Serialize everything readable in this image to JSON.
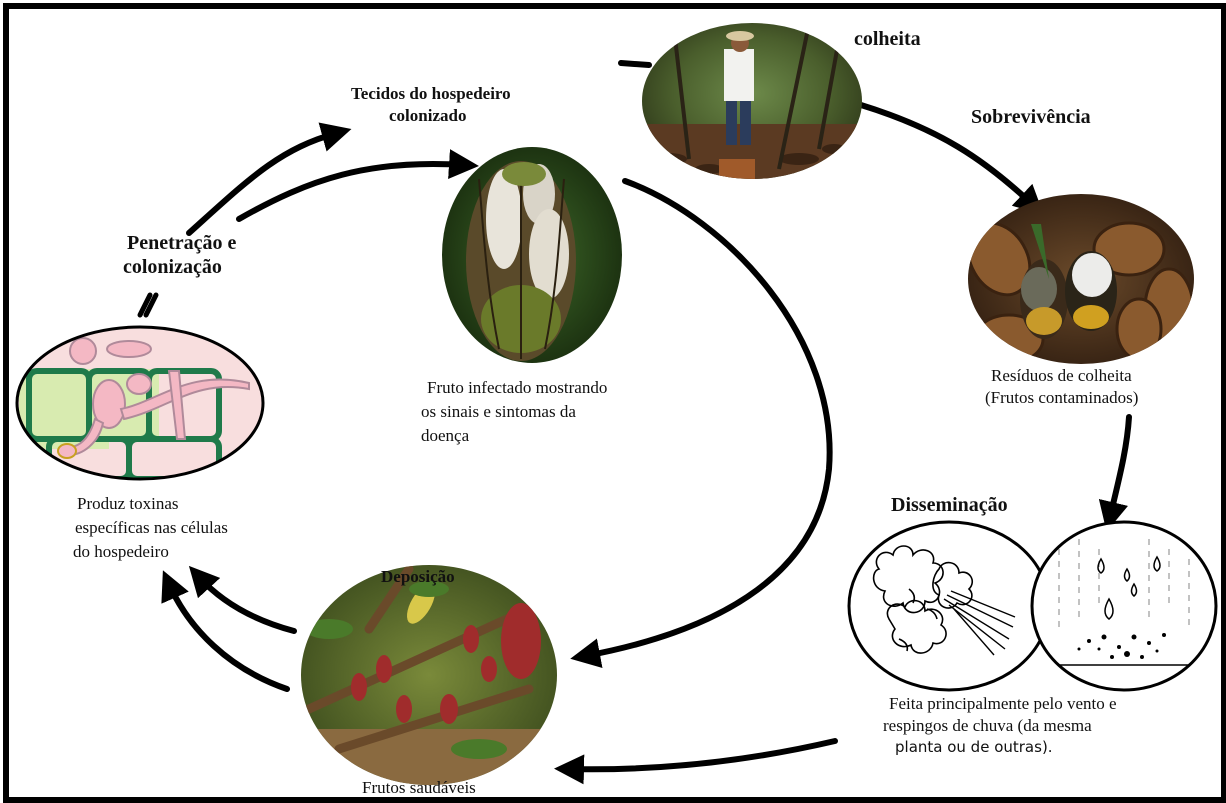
{
  "stages": {
    "colheita": "colheita",
    "sobrevivencia": "Sobrevivência",
    "disseminacao": "Disseminação",
    "deposicao": "Deposição",
    "penetracao": [
      "Penetração e",
      "colonização"
    ],
    "tecidos": [
      "Tecidos do hospedeiro",
      "colonizado"
    ]
  },
  "captions": {
    "fruto_infectado": [
      "Fruto infectado mostrando",
      "os sinais e sintomas da",
      "doença"
    ],
    "residuos": [
      "Resíduos de colheita",
      "(Frutos contaminados)"
    ],
    "dissem": [
      "Feita principalmente pelo vento e",
      "respingos de chuva (da mesma",
      "planta ou de outras)."
    ],
    "frutos_saudaveis": "Frutos saudáveis",
    "toxinas": [
      "Produz toxinas",
      "específicas nas células",
      "do hospedeiro"
    ]
  },
  "icons": [
    "harvest-photo",
    "residue-photo",
    "wind-drawing",
    "rain-drawing",
    "healthy-pod-photo",
    "cell-colonization-drawing",
    "infected-pod-photo"
  ]
}
